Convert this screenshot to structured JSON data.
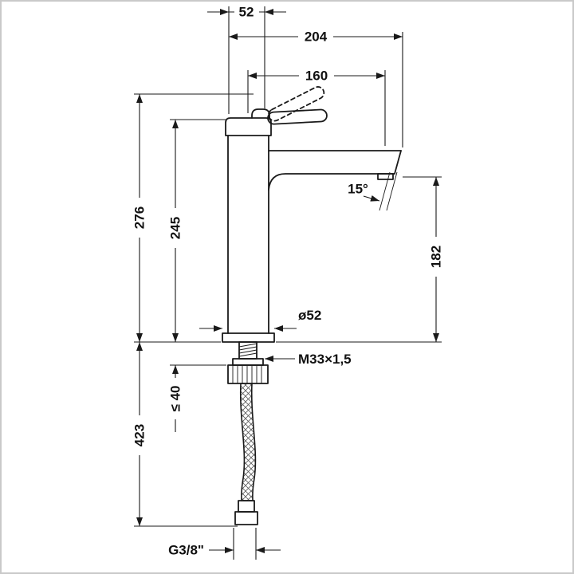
{
  "page": {
    "background": "#ffffff",
    "border_color": "#c9c9c9",
    "line_color": "#1a1a1a"
  },
  "drawing": {
    "kind": "technical dimension drawing",
    "subject": "single-lever tall basin mixer faucet, side elevation with flexible supply hose"
  },
  "labels": {
    "dim_top_width": "52",
    "dim_total_projection": "204",
    "dim_spout_reach": "160",
    "dim_height_total": "276",
    "dim_height_to_cap": "245",
    "dim_spout_angle": "15°",
    "dim_outlet_height": "182",
    "dim_base_diameter": "ø52",
    "dim_thread": "M33×1,5",
    "dim_max_deck_thickness": "≤ 40",
    "dim_below_deck_height": "423",
    "dim_supply_thread": "G3/8\""
  }
}
